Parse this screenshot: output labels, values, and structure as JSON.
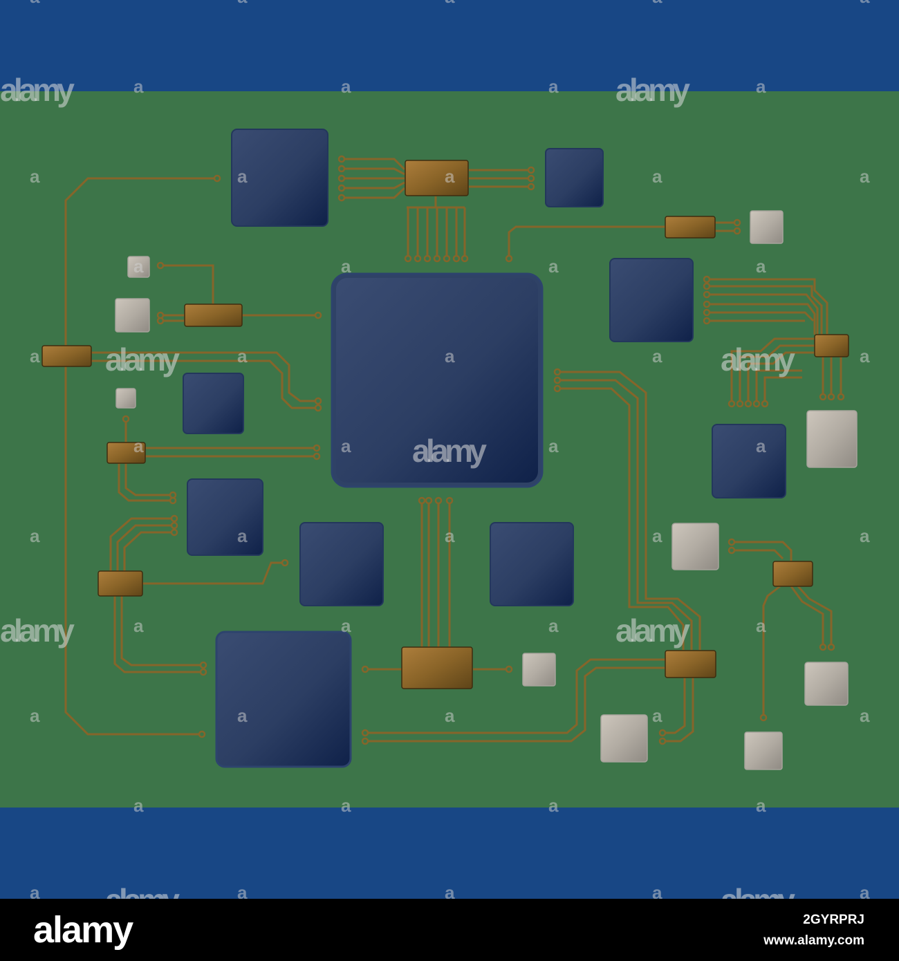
{
  "watermark": {
    "text": "alamy",
    "mark": "a"
  },
  "footer": {
    "logo": "alamy",
    "image_id": "2GYRPRJ",
    "url": "www.alamy.com"
  },
  "colors": {
    "band": "#184785",
    "board": "#3d7549",
    "chip_light": "#34466b",
    "chip_dark": "#0f2149",
    "trace": "#86652a",
    "pad_light": "#c7c0b6",
    "pad_dark": "#8f8a83",
    "component_light": "#a97a3a",
    "component_dark": "#5e4418"
  }
}
